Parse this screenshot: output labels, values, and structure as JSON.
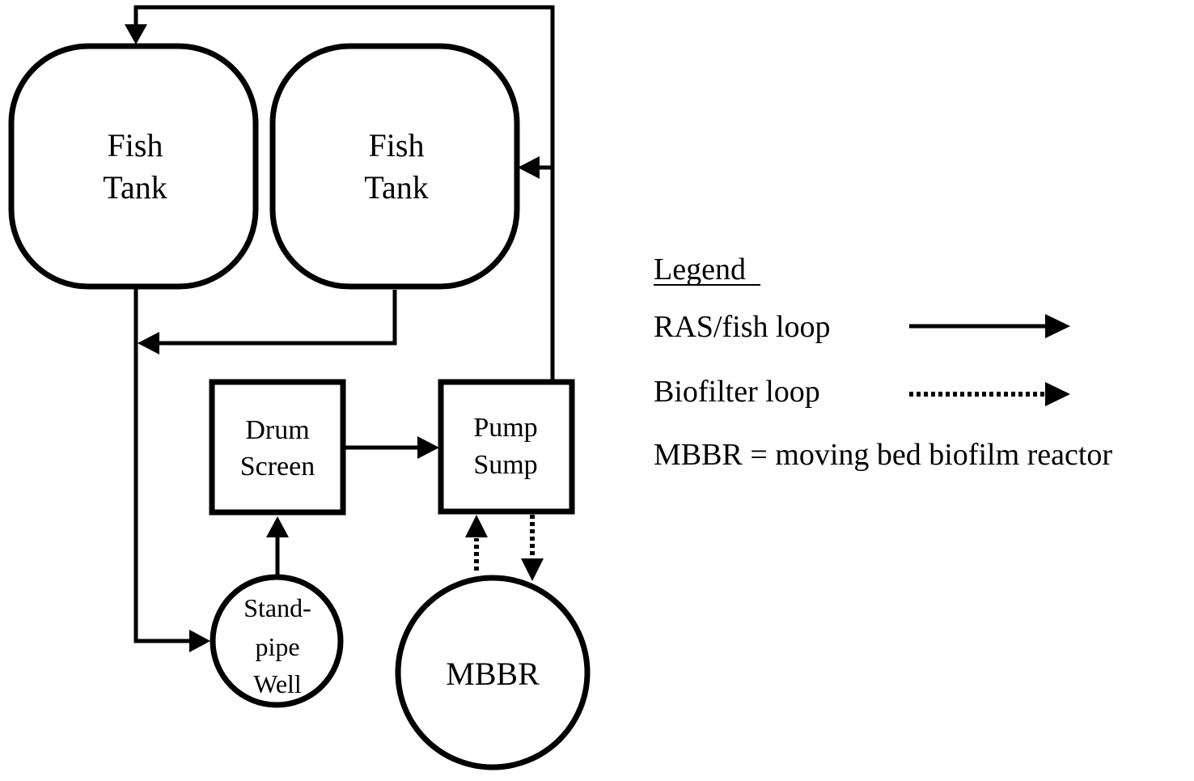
{
  "nodes": {
    "fish_tank_1": [
      "Fish",
      "Tank"
    ],
    "fish_tank_2": [
      "Fish",
      "Tank"
    ],
    "drum_screen": [
      "Drum",
      "Screen"
    ],
    "pump_sump": [
      "Pump",
      "Sump"
    ],
    "standpipe_well": [
      "Stand-",
      "pipe",
      "Well"
    ],
    "mbbr": "MBBR"
  },
  "legend": {
    "title": "Legend",
    "ras_loop": "RAS/fish loop",
    "biofilter_loop": "Biofilter loop",
    "abbreviation": "MBBR = moving bed biofilm reactor"
  },
  "colors": {
    "stroke": "#000000",
    "background": "#ffffff"
  }
}
